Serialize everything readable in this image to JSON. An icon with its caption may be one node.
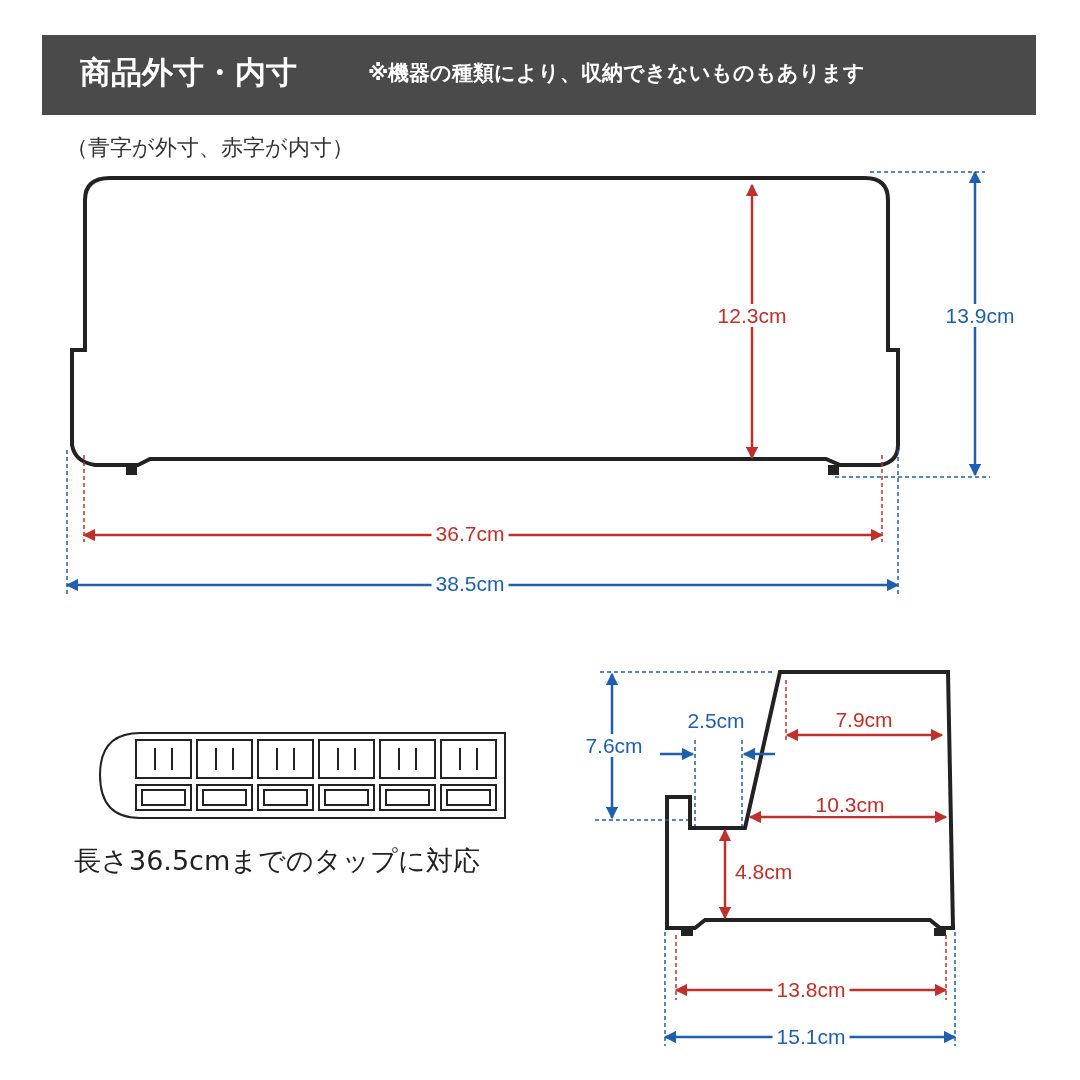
{
  "diagram": {
    "title": "商品外寸・内寸",
    "labels": [
      "※機器の種類により、収納できないものもあります",
      "（青字が外寸、赤字が内寸）",
      "12.3cm",
      "13.9cm",
      "36.7cm",
      "38.5cm",
      "2.5cm",
      "7.6cm",
      "7.9cm",
      "10.3cm",
      "長さ36.5cmまでのタップに対応",
      "4.8cm",
      "13.8cm",
      "15.1cm"
    ]
  }
}
